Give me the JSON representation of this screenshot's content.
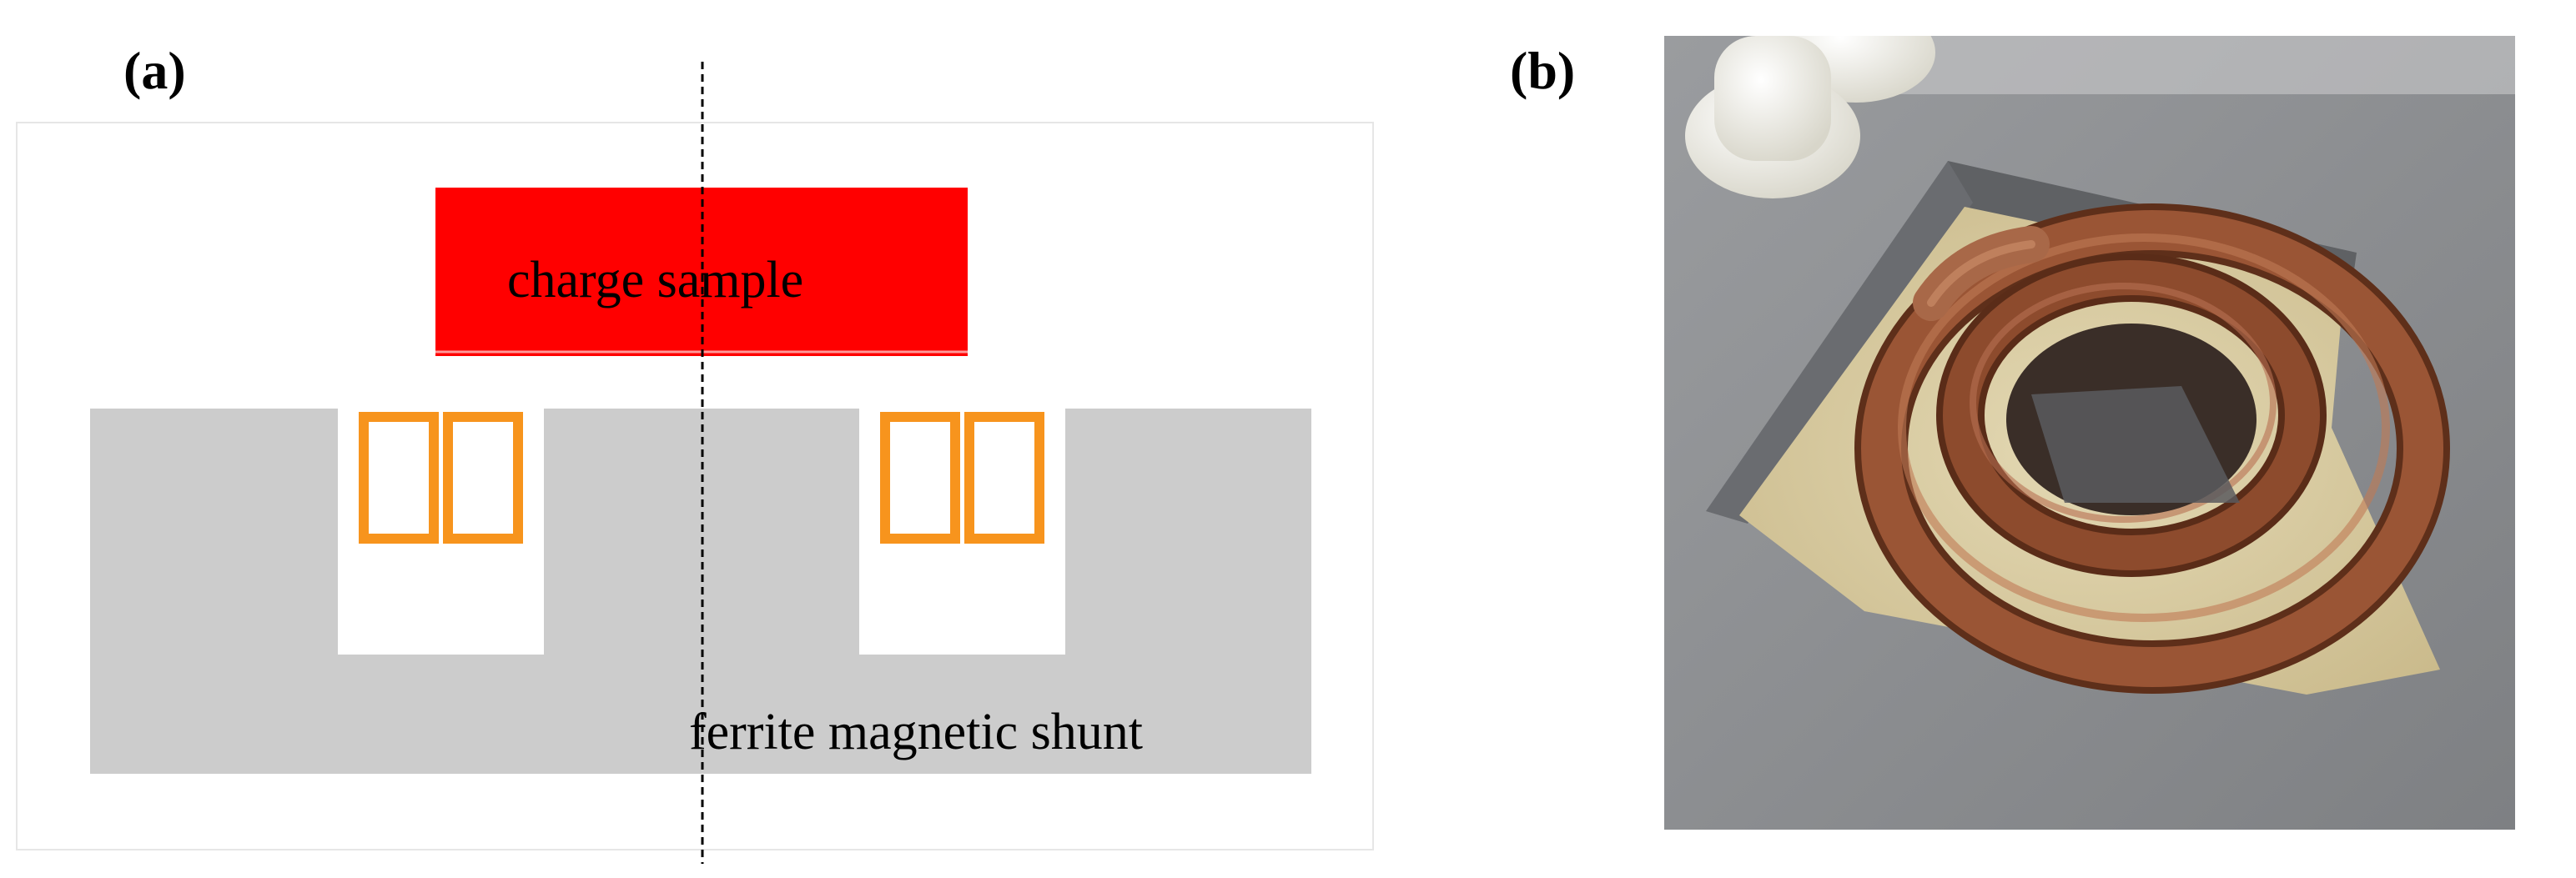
{
  "panels": {
    "a": {
      "label": "(a)"
    },
    "b": {
      "label": "(b)"
    }
  },
  "diagram": {
    "labels": {
      "charge_sample": "charge sample",
      "ferrite_shunt": "ferrite magnetic shunt"
    },
    "colors": {
      "charge_sample": "#ff0000",
      "ferrite": "#cccccc",
      "coil": "#f7941d",
      "centerline": "#000000"
    }
  },
  "photo": {
    "colors": {
      "plate": "#8a8c8f",
      "insulation": "#d8cba0",
      "copper": "#8b4a2c",
      "fitting": "#efeee6"
    }
  }
}
